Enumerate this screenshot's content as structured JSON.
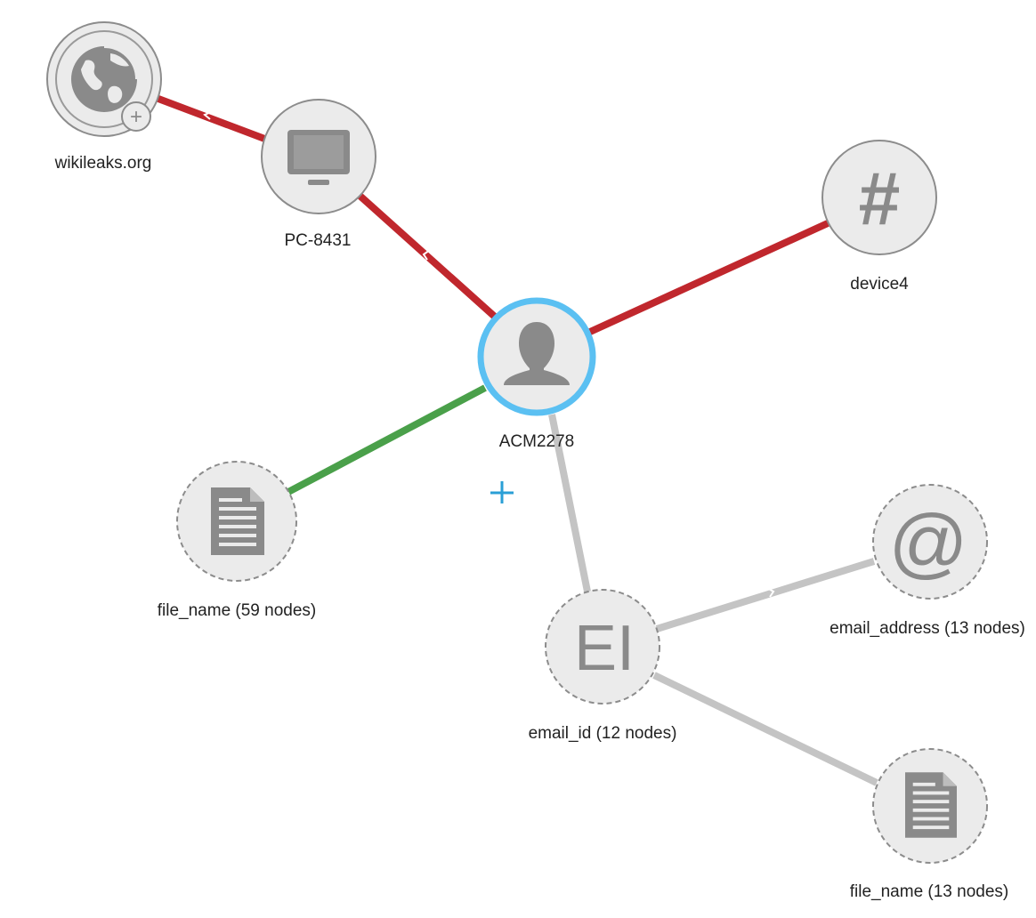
{
  "graph": {
    "nodes": {
      "wikileaks": {
        "label": "wikileaks.org",
        "icon": "globe-icon",
        "badge": "+"
      },
      "pc": {
        "label": "PC-8431",
        "icon": "monitor-icon"
      },
      "device": {
        "label": "device4",
        "icon": "hash-icon",
        "glyph": "#"
      },
      "acm": {
        "label": "ACM2278",
        "icon": "person-icon"
      },
      "file_left": {
        "label": "file_name (59 nodes)",
        "icon": "document-icon"
      },
      "email_id": {
        "label": "email_id (12 nodes)",
        "icon": "email-id-icon",
        "glyph": "EI"
      },
      "email_address": {
        "label": "email_address (13 nodes)",
        "icon": "at-sign-icon",
        "glyph": "@"
      },
      "file_right": {
        "label": "file_name (13 nodes)",
        "icon": "document-icon"
      }
    },
    "add_control": "+",
    "colors": {
      "red_edge": "#c0272d",
      "green_edge": "#4aa04a",
      "gray_edge": "#c4c4c4",
      "node_fill": "#ebebeb",
      "node_border": "#8c8c8c",
      "icon": "#8a8a8a",
      "selected_ring": "#5bc0f2",
      "add_control": "#2a9fd6"
    }
  }
}
